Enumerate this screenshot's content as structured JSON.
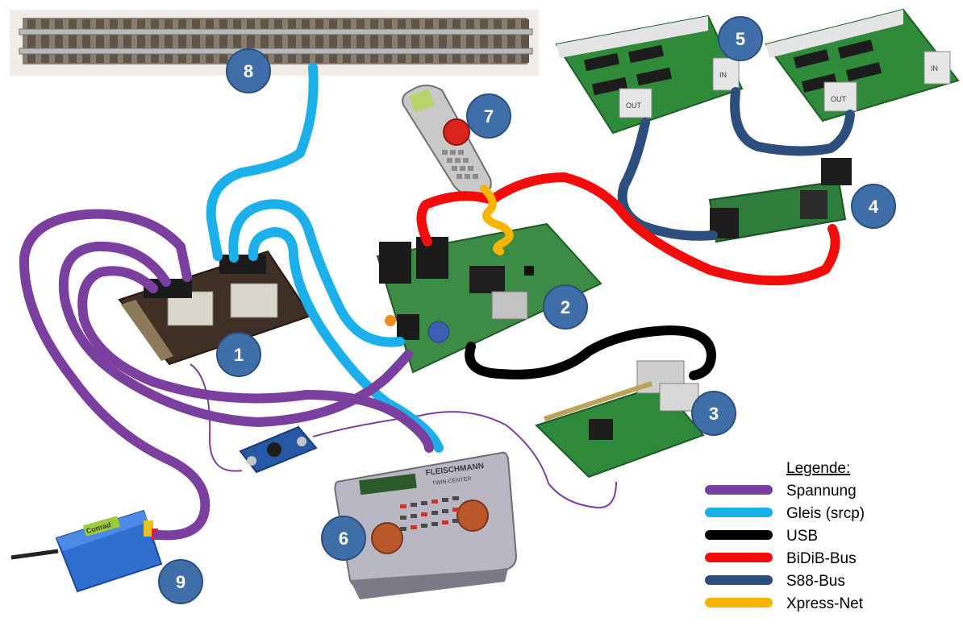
{
  "markers": [
    "1",
    "2",
    "3",
    "4",
    "5",
    "6",
    "7",
    "8",
    "9"
  ],
  "legend": {
    "title": "Legende:",
    "items": [
      {
        "label": "Spannung",
        "color": "#7b3fa0"
      },
      {
        "label": "Gleis (srcp)",
        "color": "#1cb0ea"
      },
      {
        "label": "USB",
        "color": "#000000"
      },
      {
        "label": "BiDiB-Bus",
        "color": "#f20c0c"
      },
      {
        "label": "S88-Bus",
        "color": "#2e4f7e"
      },
      {
        "label": "Xpress-Net",
        "color": "#f7b500"
      }
    ]
  },
  "labels": {
    "controller_brand": "FLEISCHMANN",
    "controller_model": "TWIN-CENTER",
    "s88_out": "OUT",
    "s88_in": "IN",
    "transformer_brand": "Conrad"
  }
}
